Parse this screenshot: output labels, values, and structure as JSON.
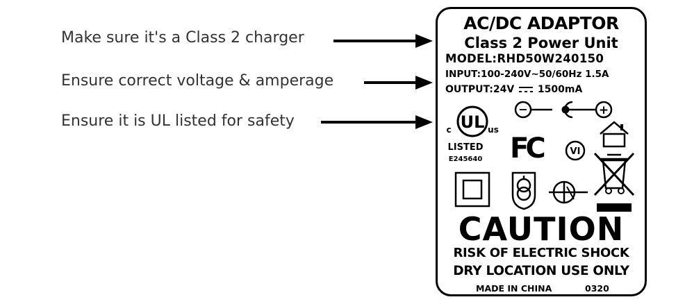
{
  "annotations": [
    {
      "text": "Make sure it's a Class 2 charger"
    },
    {
      "text": "Ensure correct voltage & amperage"
    },
    {
      "text": "Ensure it is UL listed for safety"
    }
  ],
  "label": {
    "title": "AC/DC ADAPTOR",
    "subtitle": "Class 2 Power Unit",
    "model": "MODEL:RHD50W240150",
    "input": "INPUT:100-240V∼50/60Hz 1.5A",
    "output_prefix": "OUTPUT:24V",
    "output_suffix": "1500mA",
    "ul": {
      "mark": "UL",
      "c": "c",
      "us": "us",
      "listed": "LISTED",
      "number": "E245640"
    },
    "fcc": "FC",
    "efficiency": "VI",
    "polarity_minus": "−",
    "polarity_plus": "+",
    "caution": "CAUTION",
    "warning1": "RISK OF  ELECTRIC SHOCK",
    "warning2": "DRY LOCATION USE ONLY",
    "made_in": "MADE  IN  CHINA",
    "date_code": "0320"
  },
  "colors": {
    "annotation_text": "#333333",
    "ink": "#000000",
    "background": "#ffffff"
  }
}
